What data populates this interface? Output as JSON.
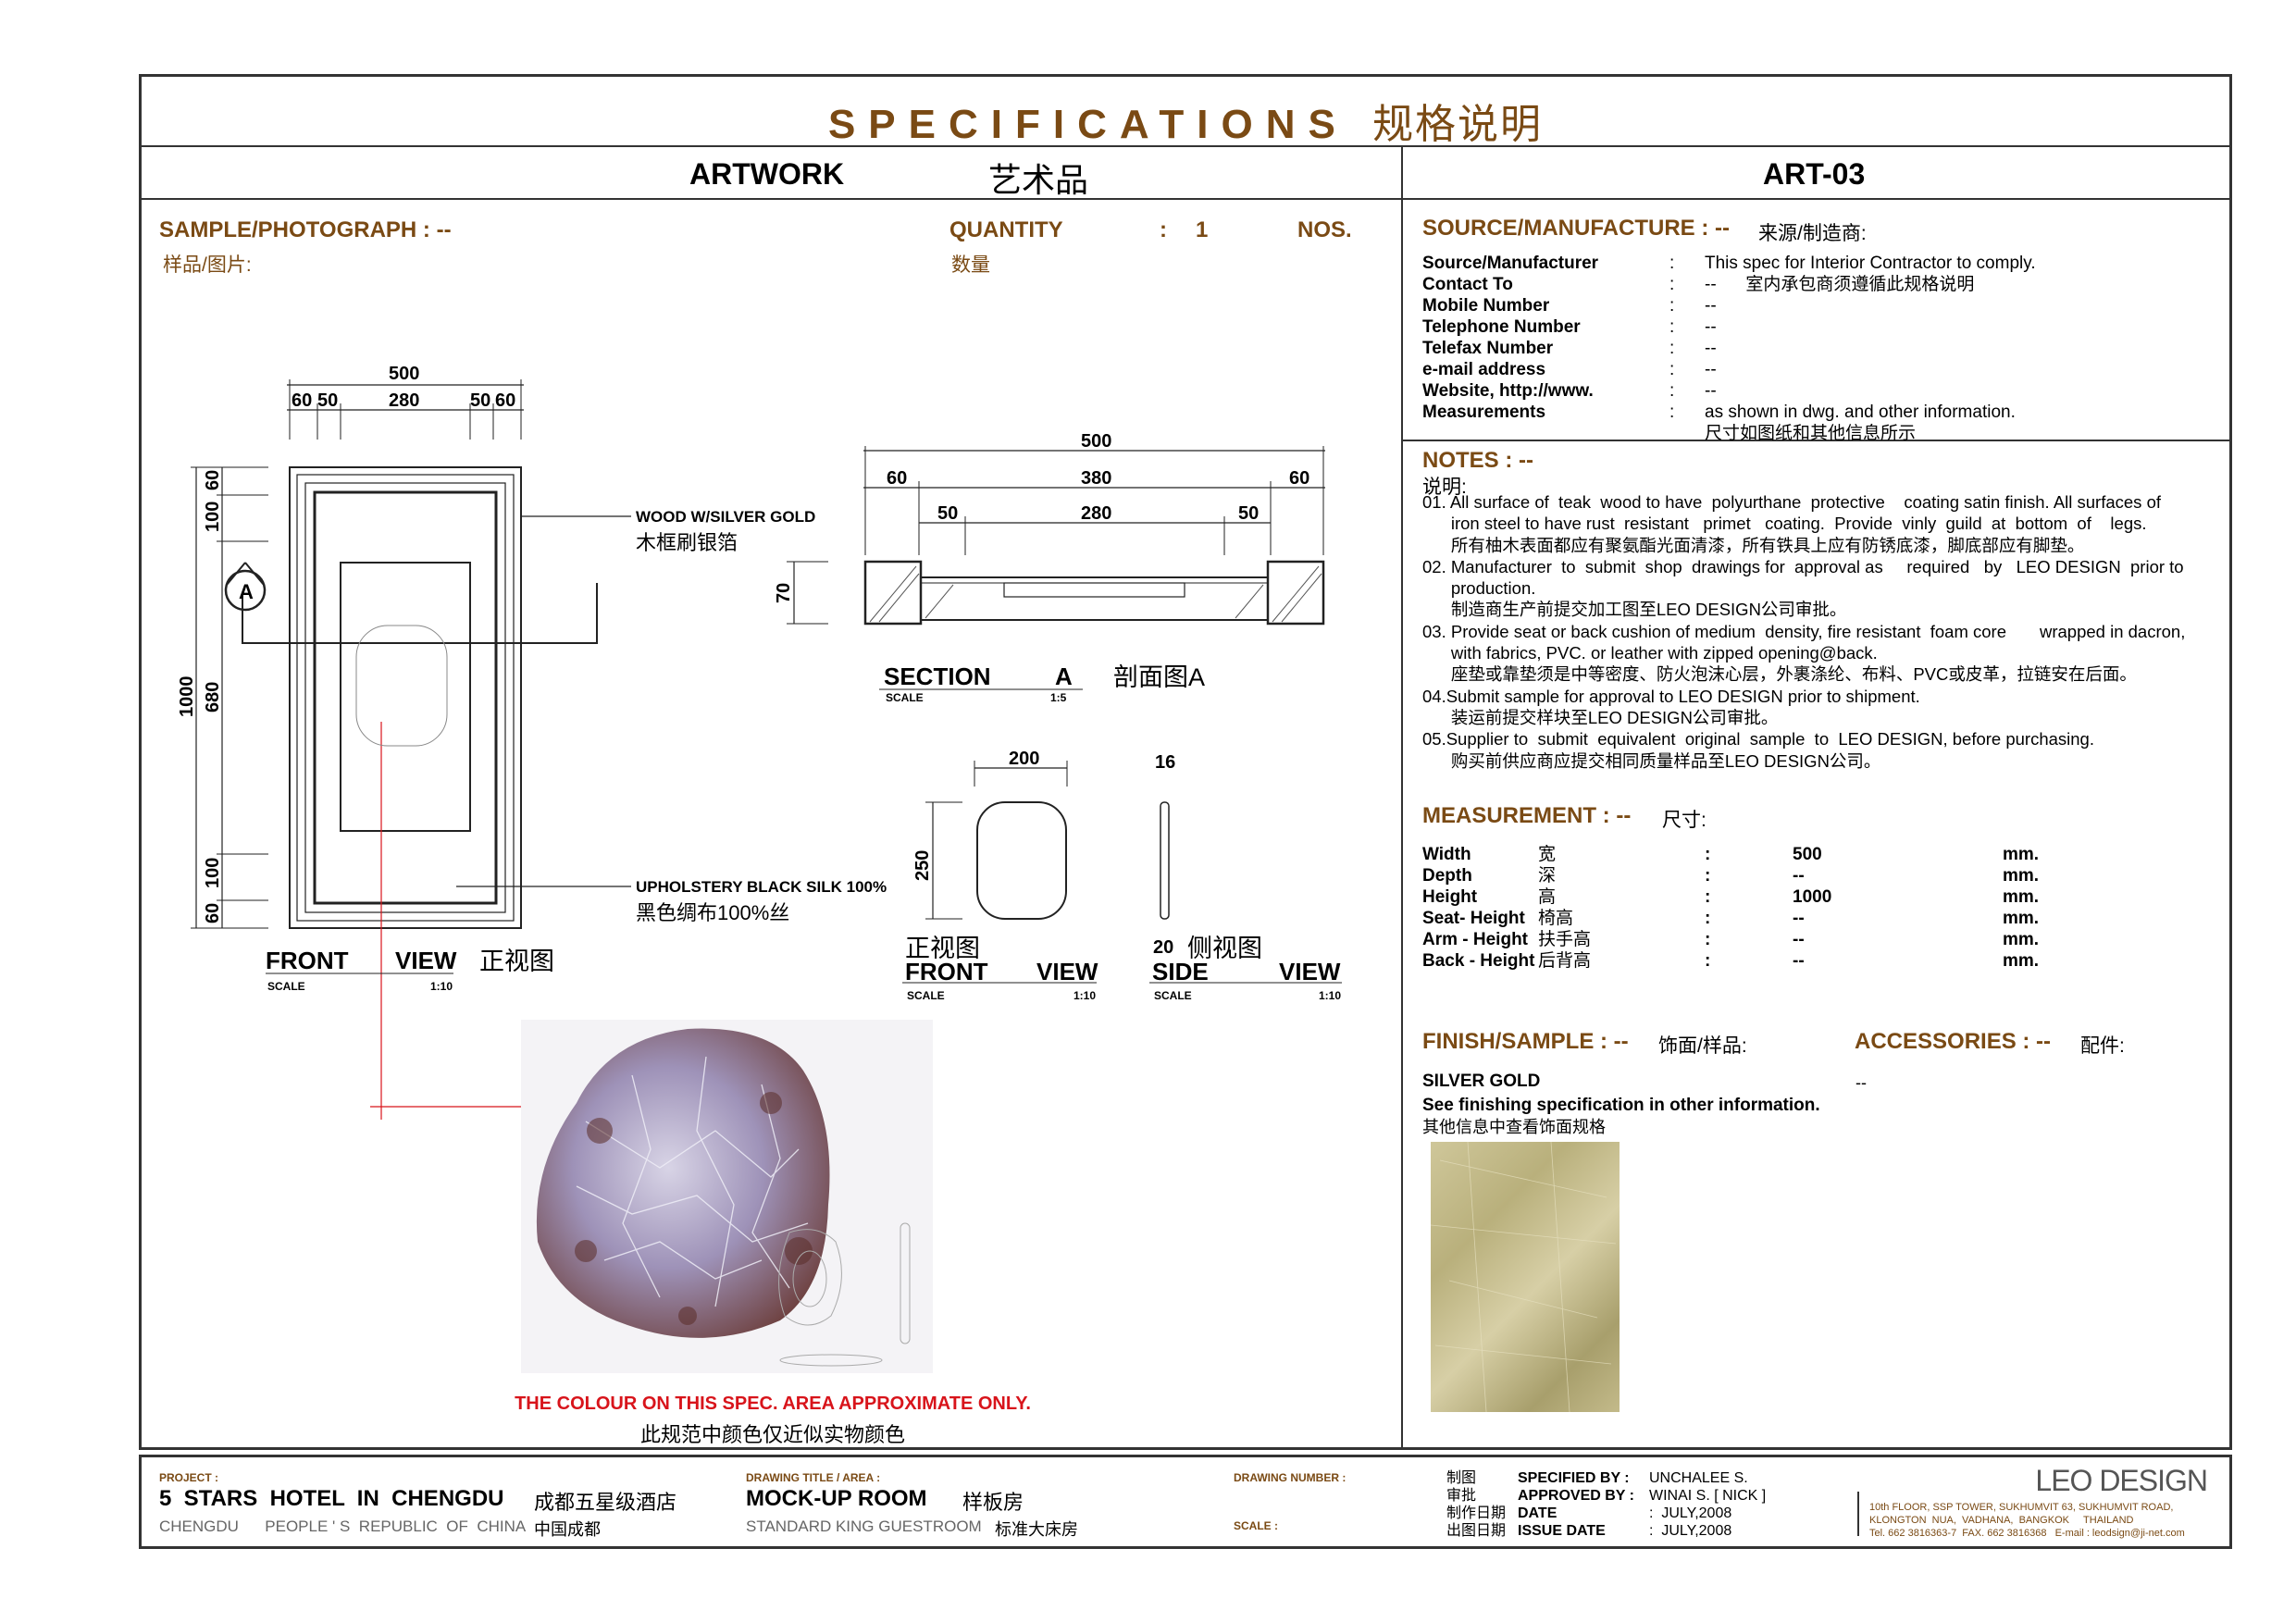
{
  "title": {
    "en": "SPECIFICATIONS",
    "cn": "规格说明"
  },
  "header": {
    "item_en": "ARTWORK",
    "item_cn": "艺术品",
    "code": "ART-03"
  },
  "sample": {
    "label": "SAMPLE/PHOTOGRAPH : --",
    "label_cn": "样品/图片:"
  },
  "quantity": {
    "label": "QUANTITY",
    "colon": ":",
    "value": "1",
    "unit": "NOS.",
    "label_cn": "数量"
  },
  "source": {
    "label": "SOURCE/MANUFACTURE : --",
    "label_cn": "来源/制造商:",
    "rows": [
      {
        "k": "Source/Manufacturer",
        "v": "This spec for Interior Contractor to comply."
      },
      {
        "k": "Contact To",
        "v": "--      室内承包商须遵循此规格说明"
      },
      {
        "k": "Mobile Number",
        "v": "--"
      },
      {
        "k": "Telephone Number",
        "v": "--"
      },
      {
        "k": "Telefax Number",
        "v": "--"
      },
      {
        "k": "e-mail address",
        "v": "--"
      },
      {
        "k": "Website, http://www.",
        "v": "--"
      },
      {
        "k": "Measurements",
        "v": "as shown in dwg. and other information."
      }
    ],
    "measure_cn": "尺寸如图纸和其他信息所示"
  },
  "notes": {
    "label": "NOTES : --",
    "label_cn": "说明:",
    "lines": [
      "01. All surface of  teak  wood to have  polyurthane  protective    coating satin finish. All surfaces of",
      "      iron steel to have rust  resistant   primet   coating.  Provide  vinly  guild  at  bottom  of    legs.",
      "      所有柚木表面都应有聚氨酯光面清漆，所有铁具上应有防锈底漆，脚底部应有脚垫。",
      "02. Manufacturer  to  submit  shop  drawings for  approval as     required   by   LEO DESIGN  prior to",
      "      production.",
      "      制造商生产前提交加工图至LEO DESIGN公司审批。",
      "03. Provide seat or back cushion of medium  density, fire resistant  foam core       wrapped in dacron,",
      "      with fabrics, PVC. or leather with zipped opening@back.",
      "      座垫或靠垫须是中等密度、防火泡沫心层，外裹涤纶、布料、PVC或皮革，拉链安在后面。",
      "04.Submit sample for approval to LEO DESIGN prior to shipment.",
      "      装运前提交样块至LEO DESIGN公司审批。",
      "05.Supplier to  submit  equivalent  original  sample  to  LEO DESIGN, before purchasing.",
      "      购买前供应商应提交相同质量样品至LEO DESIGN公司。"
    ]
  },
  "measurement": {
    "label": "MEASUREMENT : --",
    "label_cn": "尺寸:",
    "rows": [
      {
        "k": "Width",
        "cn": "宽",
        "v": "500",
        "u": "mm."
      },
      {
        "k": "Depth",
        "cn": "深",
        "v": "--",
        "u": "mm."
      },
      {
        "k": "Height",
        "cn": "高",
        "v": "1000",
        "u": "mm."
      },
      {
        "k": "Seat- Height",
        "cn": "椅高",
        "v": "--",
        "u": "mm."
      },
      {
        "k": "Arm - Height",
        "cn": "扶手高",
        "v": "--",
        "u": "mm."
      },
      {
        "k": "Back - Height",
        "cn": "后背高",
        "v": "--",
        "u": "mm."
      }
    ]
  },
  "finish": {
    "label": "FINISH/SAMPLE : --",
    "label_cn": "饰面/样品:",
    "value": "SILVER GOLD",
    "see": "See finishing specification in other information.",
    "see_cn": "其他信息中查看饰面规格"
  },
  "accessories": {
    "label": "ACCESSORIES : --",
    "label_cn": "配件:",
    "value": "--"
  },
  "drawing": {
    "front": {
      "dims_top": [
        "500",
        "60",
        "50",
        "280",
        "50",
        "60"
      ],
      "dims_left": [
        "60",
        "100",
        "680",
        "100",
        "60",
        "1000"
      ],
      "view": "FRONT",
      "view2": "VIEW",
      "view_cn": "正视图",
      "scale": "SCALE",
      "scale_v": "1:10",
      "section_marker": "A"
    },
    "callout1": {
      "en": "WOOD W/SILVER GOLD",
      "cn": "木框刷银箔"
    },
    "callout2": {
      "en": "UPHOLSTERY BLACK SILK 100%",
      "cn": "黑色绸布100%丝"
    },
    "section": {
      "dims": [
        "500",
        "60",
        "380",
        "60",
        "50",
        "280",
        "50",
        "70"
      ],
      "label": "SECTION",
      "mark": "A",
      "cn": "剖面图A",
      "scale": "SCALE",
      "scale_v": "1:5"
    },
    "front2": {
      "w": "200",
      "h": "250",
      "cn": "正视图",
      "view": "FRONT",
      "view2": "VIEW",
      "scale": "SCALE",
      "scale_v": "1:10"
    },
    "side": {
      "d1": "16",
      "d2": "20",
      "cn": "侧视图",
      "view": "SIDE",
      "view2": "VIEW",
      "scale": "SCALE",
      "scale_v": "1:10"
    }
  },
  "disclaimer": {
    "en": "THE COLOUR ON THIS SPEC. AREA APPROXIMATE ONLY.",
    "cn": "此规范中颜色仅近似实物颜色"
  },
  "titleblock": {
    "project_label": "PROJECT :",
    "project": "5  STARS  HOTEL  IN  CHENGDU",
    "project_cn": "成都五星级酒店",
    "location": "CHENGDU      PEOPLE ' S  REPUBLIC  OF  CHINA",
    "location_cn": "中国成都",
    "dtitle_label": "DRAWING TITLE / AREA :",
    "dtitle": "MOCK-UP ROOM",
    "dtitle_cn": "样板房",
    "dsub": "STANDARD KING GUESTROOM",
    "dsub_cn": "标准大床房",
    "dnum_label": "DRAWING NUMBER :",
    "scale_label": "SCALE :",
    "sign": [
      {
        "cn": "制图",
        "k": "SPECIFIED BY :",
        "v": "UNCHALEE S."
      },
      {
        "cn": "审批",
        "k": "APPROVED BY :",
        "v": "WINAI S. [ NICK ]"
      },
      {
        "cn": "制作日期",
        "k": "DATE",
        "v": ":  JULY,2008"
      },
      {
        "cn": "出图日期",
        "k": "ISSUE DATE",
        "v": ":  JULY,2008"
      }
    ],
    "brand": "LEO DESIGN",
    "addr1": "10th FLOOR, SSP TOWER, SUKHUMVIT 63, SUKHUMVIT ROAD,",
    "addr2": "KLONGTON  NUA,  VADHANA,  BANGKOK     THAILAND",
    "addr3": "Tel. 662 3816363-7  FAX. 662 3816368   E-mail : leodsign@ji-net.com"
  }
}
